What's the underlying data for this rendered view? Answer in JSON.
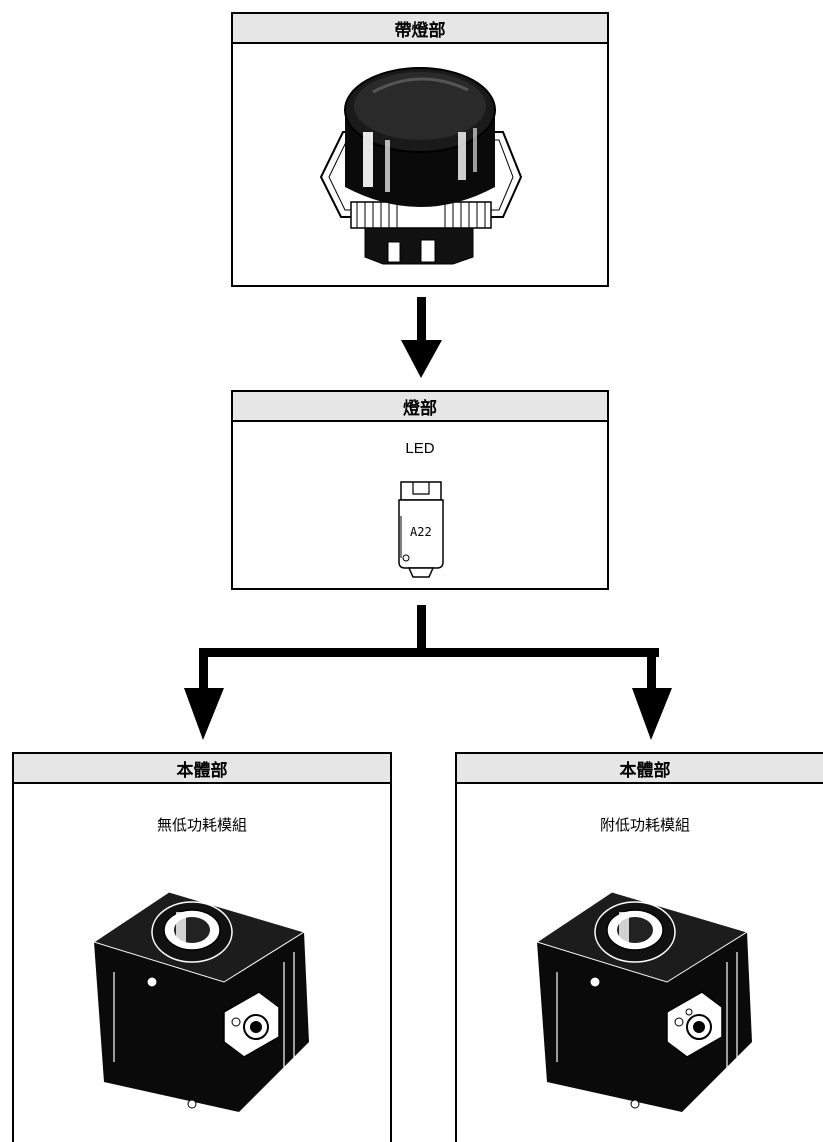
{
  "top_box": {
    "title": "帶燈部",
    "image": "pushbutton-head-image"
  },
  "lamp_box": {
    "title": "燈部",
    "subtitle": "LED",
    "bulb_label": "A22",
    "image": "led-lamp-image"
  },
  "left_box": {
    "title": "本體部",
    "subtitle": "無低功耗模組",
    "image": "body-unit-image"
  },
  "right_box": {
    "title": "本體部",
    "subtitle": "附低功耗模組",
    "image": "body-unit-image"
  },
  "colors": {
    "line": "#000000",
    "header_bg": "#e6e6e6"
  }
}
